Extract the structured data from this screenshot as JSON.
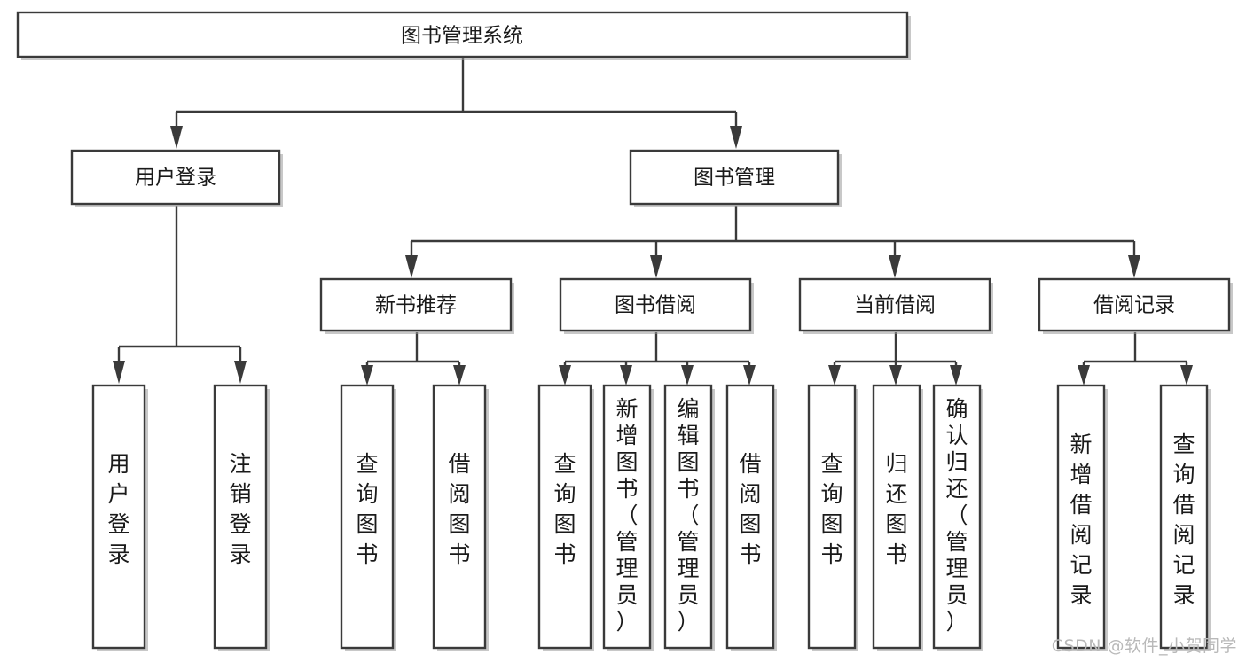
{
  "diagram": {
    "type": "tree",
    "title": "图书管理系统",
    "watermark": "CSDN @软件_小贺同学",
    "colors": {
      "stroke": "#3a3a3a",
      "fill": "#ffffff",
      "text": "#1a1a1a",
      "watermark": "#b9b9b9"
    },
    "root": {
      "id": "root",
      "label": "图书管理系统"
    },
    "level2": [
      {
        "id": "user-login",
        "label": "用户登录"
      },
      {
        "id": "book-management",
        "label": "图书管理"
      }
    ],
    "level3": [
      {
        "id": "new-book-recommend",
        "label": "新书推荐",
        "parent": "book-management"
      },
      {
        "id": "book-borrow",
        "label": "图书借阅",
        "parent": "book-management"
      },
      {
        "id": "current-borrow",
        "label": "当前借阅",
        "parent": "book-management"
      },
      {
        "id": "borrow-record",
        "label": "借阅记录",
        "parent": "book-management"
      }
    ],
    "leaves": [
      {
        "id": "leaf-user-login",
        "label": "用户登录",
        "parent": "user-login"
      },
      {
        "id": "leaf-logout-login",
        "label": "注销登录",
        "parent": "user-login"
      },
      {
        "id": "leaf-query-book-1",
        "label": "查询图书",
        "parent": "new-book-recommend"
      },
      {
        "id": "leaf-borrow-book-1",
        "label": "借阅图书",
        "parent": "new-book-recommend"
      },
      {
        "id": "leaf-query-book-2",
        "label": "查询图书",
        "parent": "book-borrow"
      },
      {
        "id": "leaf-add-book",
        "label": "新增图书（管理员）",
        "parent": "book-borrow"
      },
      {
        "id": "leaf-edit-book",
        "label": "编辑图书（管理员）",
        "parent": "book-borrow"
      },
      {
        "id": "leaf-borrow-book-2",
        "label": "借阅图书",
        "parent": "book-borrow"
      },
      {
        "id": "leaf-query-book-3",
        "label": "查询图书",
        "parent": "current-borrow"
      },
      {
        "id": "leaf-return-book",
        "label": "归还图书",
        "parent": "current-borrow"
      },
      {
        "id": "leaf-confirm-return",
        "label": "确认归还（管理员）",
        "parent": "current-borrow"
      },
      {
        "id": "leaf-add-record",
        "label": "新增借阅记录",
        "parent": "borrow-record"
      },
      {
        "id": "leaf-query-record",
        "label": "查询借阅记录",
        "parent": "borrow-record"
      }
    ]
  }
}
